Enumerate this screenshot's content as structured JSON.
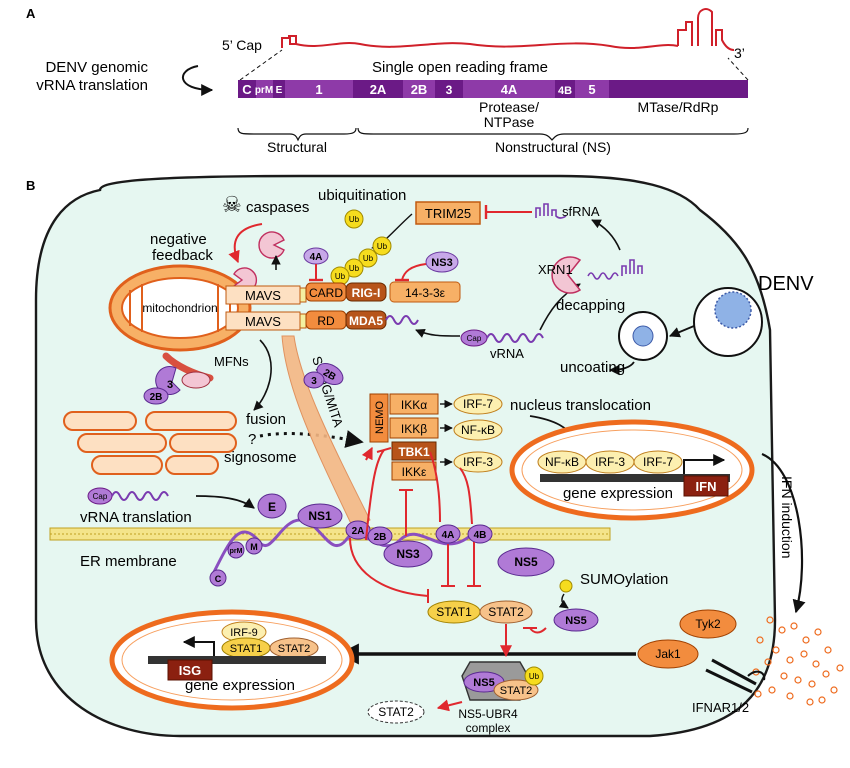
{
  "panel_a": {
    "label": "A",
    "caption_line1": "DENV genomic",
    "caption_line2": "vRNA translation",
    "cap_label": "5’ Cap",
    "three_prime": "3’",
    "orf_title": "Single open reading frame",
    "genes": [
      "C",
      "prM",
      "E",
      "1",
      "2A",
      "2B",
      "3",
      "4A",
      "4B",
      "5"
    ],
    "ns3_function_line1": "Protease/",
    "ns3_function_line2": "NTPase",
    "ns5_function": "MTase/RdRp",
    "structural_label": "Structural",
    "nonstructural_label": "Nonstructural (NS)",
    "colors": {
      "orf_dark": "#6b1a86",
      "orf_light": "#8e3aa8",
      "rna": "#d0202a"
    }
  },
  "panel_b": {
    "label": "B",
    "virus_label": "DENV",
    "caspases": "caspases",
    "ubiquitination": "ubiquitination",
    "ub": "Ub",
    "negative_feedback_line1": "negative",
    "negative_feedback_line2": "feedback",
    "mitochondrion": "mitochondrion",
    "mavs": "MAVS",
    "card": "CARD",
    "card_partial": "RD",
    "rig_i": "RIG-I",
    "mda5": "MDA5",
    "adaptor_1433": "14-3-3ε",
    "trim25": "TRIM25",
    "sfrna": "sfRNA",
    "xrn1": "XRN1",
    "decapping": "decapping",
    "uncoating": "uncoating",
    "vrna": "vRNA",
    "cap": "Cap",
    "mfns": "MFNs",
    "fusion": "fusion",
    "signosome": "signosome",
    "question": "?",
    "sting_mita": "STING/MITA",
    "nemo": "NEMO",
    "ikka": "IKKα",
    "ikkb": "IKKβ",
    "tbk1": "TBK1",
    "ikke": "IKKε",
    "irf7": "IRF-7",
    "nfkb": "NF-κB",
    "irf3": "IRF-3",
    "nucleus_translocation": "nucleus translocation",
    "gene_expression": "gene expression",
    "ifn": "IFN",
    "ifn_induction": "IFN induction",
    "vrna_translation": "vRNA translation",
    "er_membrane": "ER membrane",
    "proteins": {
      "ns1": "NS1",
      "e": "E",
      "prm": "prM",
      "m": "M",
      "c": "C",
      "two_a": "2A",
      "two_b": "2B",
      "ns3": "NS3",
      "four_a": "4A",
      "four_b": "4B",
      "ns5": "NS5",
      "three": "3",
      "two_b_small": "2B",
      "bt": "2B"
    },
    "sumoylation": "SUMOylation",
    "stat1": "STAT1",
    "stat2": "STAT2",
    "irf9": "IRF-9",
    "isg": "ISG",
    "jak1": "Jak1",
    "tyk2": "Tyk2",
    "ifnar": "IFNAR1/2",
    "complex_line1": "NS5-UBR4",
    "complex_line2": "complex",
    "colors": {
      "cell": "#e6f7f1",
      "orange": "#f08a2c",
      "orange_fill": "#f7b066",
      "purple": "#9a66cc",
      "purple_light": "#c7a8e8",
      "yellow": "#f6dc1e",
      "inhibit": "#e0282e",
      "dark": "#1a1a1a"
    }
  }
}
